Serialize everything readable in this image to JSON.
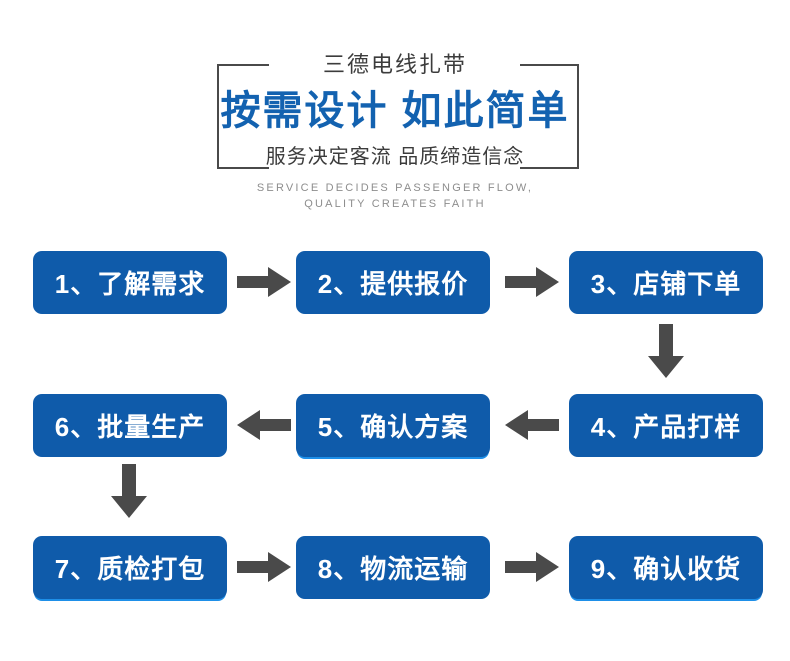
{
  "banner": {
    "title_cn": "三德电线扎带",
    "headline": "按需设计 如此简单",
    "subtitle_cn": "服务决定客流  品质缔造信念",
    "subtitle_en": "SERVICE DECIDES PASSENGER FLOW,\nQUALITY CREATES FAITH",
    "accent_color": "#1362b0",
    "text_color": "#3c3c3c",
    "en_color": "#8d8d8d",
    "bracket_color": "#4a4a4a"
  },
  "flow": {
    "box_color": "#0f5baa",
    "box_text_color": "#ffffff",
    "highlight_color": "#1e8fe8",
    "arrow_color": "#4a4a4a",
    "steps": [
      {
        "label": "1、了解需求"
      },
      {
        "label": "2、提供报价"
      },
      {
        "label": "3、店铺下单"
      },
      {
        "label": "4、产品打样"
      },
      {
        "label": "5、确认方案"
      },
      {
        "label": "6、批量生产"
      },
      {
        "label": "7、质检打包"
      },
      {
        "label": "8、物流运输"
      },
      {
        "label": "9、确认收货"
      }
    ],
    "connectors": [
      {
        "name": "arrow-step1-to-step2",
        "direction": "right"
      },
      {
        "name": "arrow-step2-to-step3",
        "direction": "right"
      },
      {
        "name": "arrow-step3-to-step4",
        "direction": "down"
      },
      {
        "name": "arrow-step4-to-step5",
        "direction": "left"
      },
      {
        "name": "arrow-step5-to-step6",
        "direction": "left"
      },
      {
        "name": "arrow-step6-to-step7",
        "direction": "down"
      },
      {
        "name": "arrow-step7-to-step8",
        "direction": "right"
      },
      {
        "name": "arrow-step8-to-step9",
        "direction": "right"
      }
    ]
  }
}
